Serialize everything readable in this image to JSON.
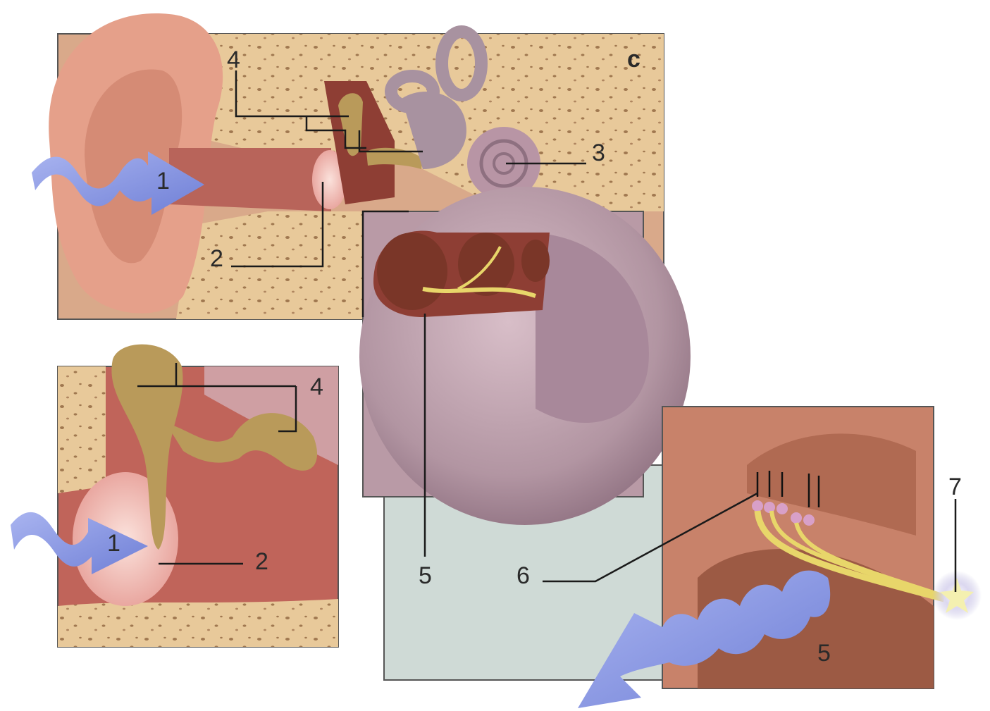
{
  "panel_letter": "c",
  "labels": {
    "l1_top": "1",
    "l2_top": "2",
    "l3_top": "3",
    "l4_top": "4",
    "l1_bottom": "1",
    "l2_bottom": "2",
    "l4_bottom": "4",
    "l5_center": "5",
    "l6": "6",
    "l7": "7",
    "l5_right": "5"
  },
  "colors": {
    "bone": "#e8c99a",
    "flesh": "#d98f78",
    "canal": "#b8645a",
    "cochlea": "#b99aa6",
    "ossicle": "#b99a5a",
    "nerve": "#e8d66a",
    "wave": "#8a98e0",
    "backdrop": "#cfdad6"
  }
}
